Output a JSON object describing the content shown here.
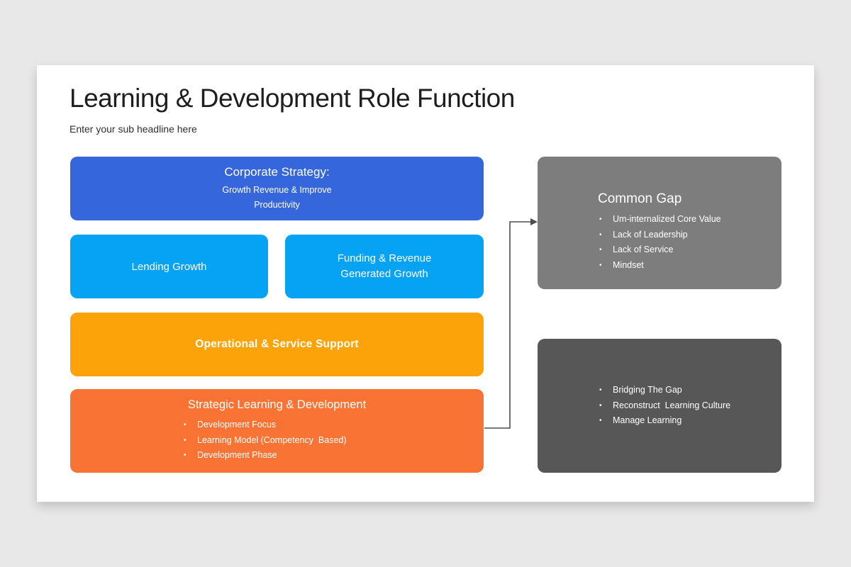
{
  "slide": {
    "title": "Learning & Development Role Function",
    "subtitle": "Enter your sub headline here"
  },
  "boxes": {
    "corporate": {
      "title": "Corporate Strategy:",
      "line1": "Growth Revenue & Improve",
      "line2": "Productivity",
      "color": "#3566db"
    },
    "lending": {
      "label": "Lending Growth",
      "color": "#06a3f4"
    },
    "funding": {
      "label": "Funding & Revenue Generated Growth",
      "color": "#06a3f4"
    },
    "operational": {
      "label": "Operational & Service Support",
      "color": "#fba309"
    },
    "strategic": {
      "title": "Strategic Learning & Development",
      "bullets": [
        "Development Focus",
        "Learning Model (Competency  Based)",
        "Development Phase"
      ],
      "color": "#f97434"
    },
    "common_gap": {
      "title": "Common Gap",
      "bullets": [
        "Um-internalized Core Value",
        "Lack of Leadership",
        "Lack of Service",
        "Mindset"
      ],
      "color": "#7d7d7d"
    },
    "bridging": {
      "bullets": [
        "Bridging The Gap",
        "Reconstruct  Learning Culture",
        "Manage Learning"
      ],
      "color": "#575757"
    }
  },
  "connector_color": "#4d4d4d",
  "background_color": "#e9e8e8"
}
